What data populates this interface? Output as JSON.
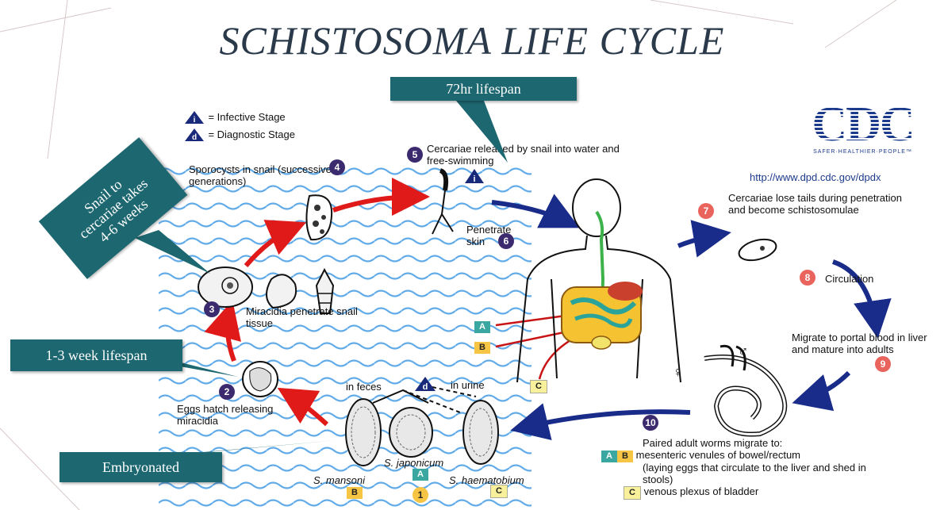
{
  "title": "SCHISTOSOMA LIFE CYCLE",
  "legend": {
    "infective": "= Infective Stage",
    "diagnostic": "= Diagnostic Stage",
    "i_letter": "i",
    "d_letter": "d"
  },
  "stages": {
    "s1": "1",
    "s2": "2",
    "s2_text": "Eggs hatch releasing miracidia",
    "s3": "3",
    "s3_text": "Miracidia penetrate snail tissue",
    "s4": "4",
    "s4_text": "Sporocysts in snail (successive generations)",
    "s5": "5",
    "s5_text": "Cercariae released by snail into water and free-swimming",
    "s6": "6",
    "s6_text": "Penetrate skin",
    "s7": "7",
    "s7_text": "Cercariae lose tails during penetration and become schistosomulae",
    "s8": "8",
    "s8_text": "Circulation",
    "s9": "9",
    "s9_text": "Migrate to portal blood in liver and mature into adults",
    "s10": "10",
    "s10_text": "Paired adult worms migrate to:",
    "s10_a": "mesenteric venules of bowel/rectum",
    "s10_b": "(laying eggs that circulate to the liver and shed in stools)",
    "s10_c": "venous plexus of bladder"
  },
  "eggs": {
    "in_feces": "in feces",
    "in_urine": "in urine",
    "mansoni": "S. mansoni",
    "japonicum": "S. japonicum",
    "haematobium": "S. haematobium"
  },
  "tags": {
    "A": "A",
    "B": "B",
    "C": "C"
  },
  "callouts": {
    "lifespan72": "72hr lifespan",
    "snail": "Snail to cercariae takes 4-6 weeks",
    "week": "1-3 week lifespan",
    "embryonated": "Embryonated"
  },
  "cdc": {
    "logo": "CDC",
    "tagline": "SAFER·HEALTHIER·PEOPLE™",
    "url": "http://www.dpd.cdc.gov/dpdx"
  },
  "colors": {
    "callout": "#1d6770",
    "red_arrow": "#e01919",
    "blue_arrow": "#1a2c8a",
    "stage_purple": "#3b2a6e"
  }
}
